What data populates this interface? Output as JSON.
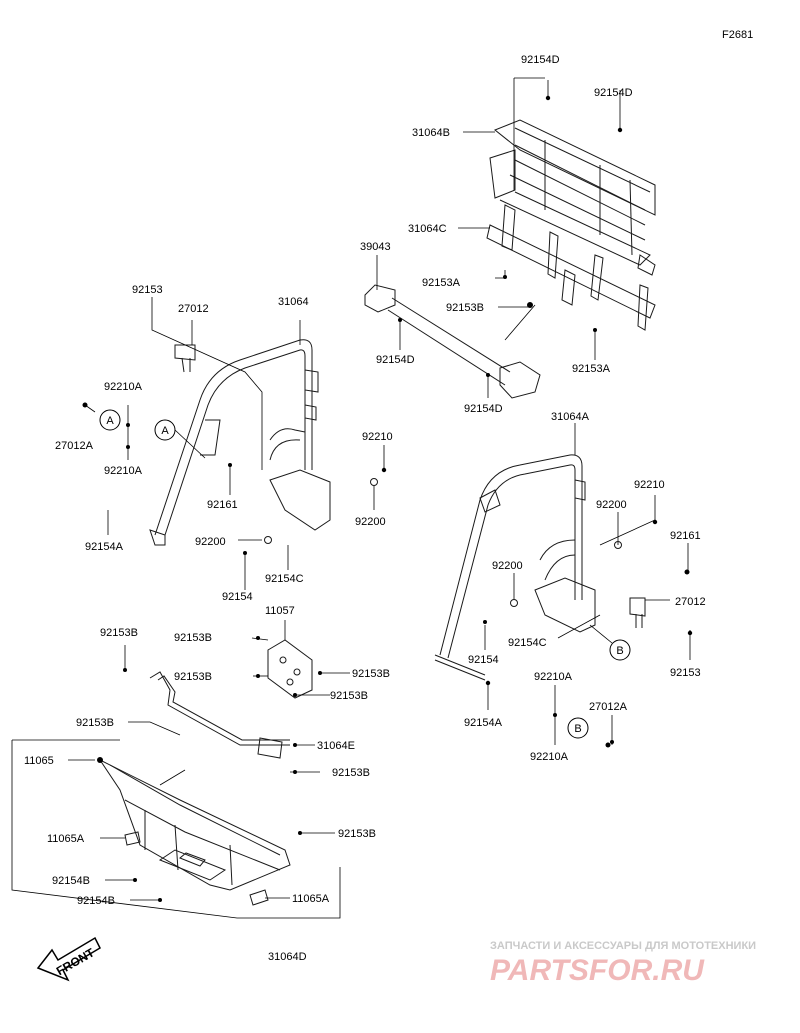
{
  "figure_code": "F2681",
  "watermark": {
    "tagline": "ЗАПЧАСТИ И АКСЕССУАРЫ ДЛЯ МОТОТЕХНИКИ",
    "brand": "PARTSFOR.RU"
  },
  "front_label": "FRONT",
  "callouts": {
    "a": "A",
    "b": "B"
  },
  "labels": {
    "l_92154D_top": "92154D",
    "l_92154D_right": "92154D",
    "l_31064B": "31064B",
    "l_31064C": "31064C",
    "l_39043": "39043",
    "l_92153A_upper": "92153A",
    "l_92153B_rack": "92153B",
    "l_92154D_bar1": "92154D",
    "l_92154D_bar2": "92154D",
    "l_92153A_lower": "92153A",
    "l_31064A": "31064A",
    "l_92153_left": "92153",
    "l_27012_left": "27012",
    "l_31064": "31064",
    "l_92210A_l1": "92210A",
    "l_27012A_left": "27012A",
    "l_92210A_l2": "92210A",
    "l_92161_left": "92161",
    "l_92154A_left": "92154A",
    "l_92210_left": "92210",
    "l_92200_l1": "92200",
    "l_92200_l2": "92200",
    "l_92154C_left": "92154C",
    "l_92154_left": "92154",
    "l_92210_right": "92210",
    "l_92200_r1": "92200",
    "l_92161_right": "92161",
    "l_92200_r2": "92200",
    "l_27012_right": "27012",
    "l_92154C_right": "92154C",
    "l_92154_right": "92154",
    "l_92153_right": "92153",
    "l_92210A_r1": "92210A",
    "l_27012A_right": "27012A",
    "l_92154A_right": "92154A",
    "l_92210A_r2": "92210A",
    "l_11057": "11057",
    "l_92153B_1": "92153B",
    "l_92153B_2": "92153B",
    "l_92153B_3": "92153B",
    "l_92153B_4": "92153B",
    "l_92153B_5": "92153B",
    "l_92153B_6": "92153B",
    "l_31064E": "31064E",
    "l_92153B_7": "92153B",
    "l_11065": "11065",
    "l_92153B_8": "92153B",
    "l_11065A_l": "11065A",
    "l_92154B_1": "92154B",
    "l_92154B_2": "92154B",
    "l_11065A_r": "11065A",
    "l_31064D": "31064D"
  }
}
